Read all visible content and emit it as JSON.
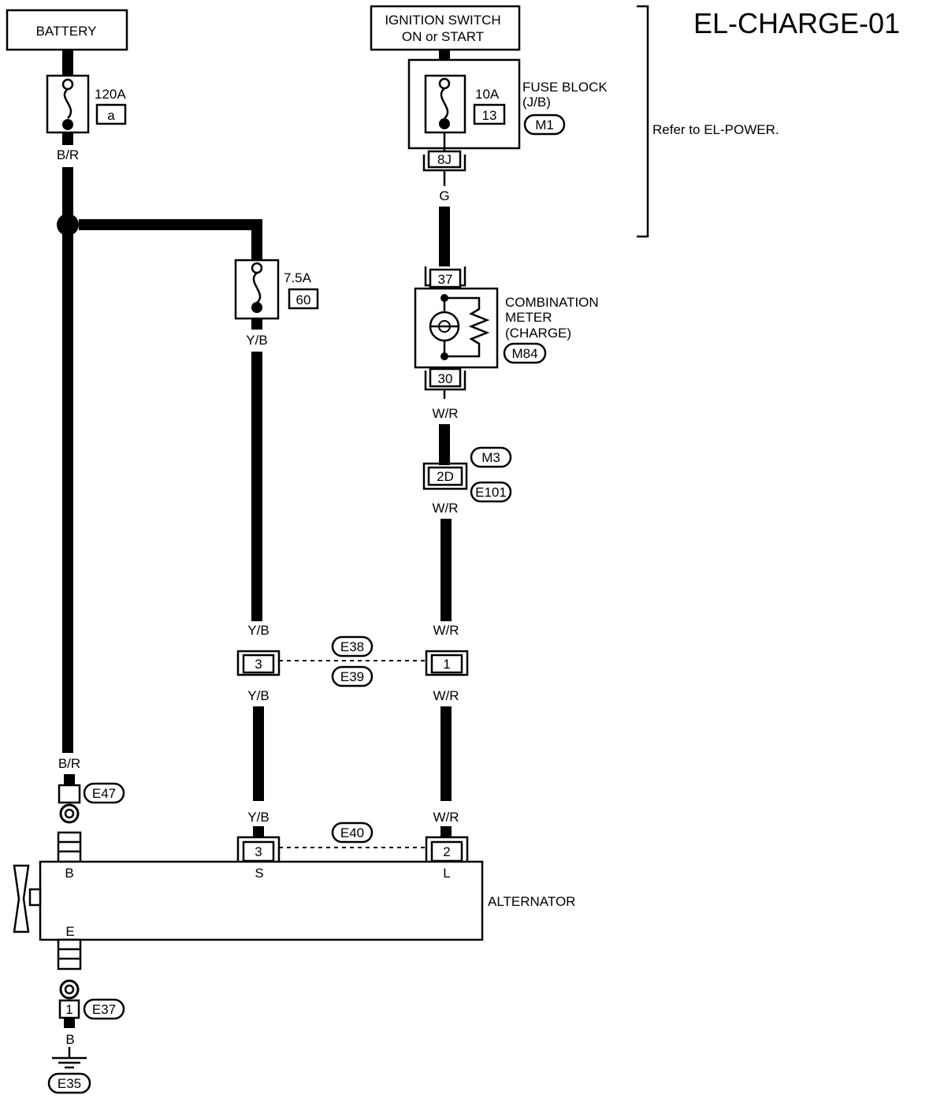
{
  "title": "EL-CHARGE-01",
  "battery": {
    "label": "BATTERY",
    "fuse_rating": "120A",
    "fuse_id": "a"
  },
  "ignition": {
    "line1": "IGNITION SWITCH",
    "line2": "ON or START"
  },
  "fuse_block": {
    "rating": "10A",
    "fuse_no": "13",
    "label1": "FUSE BLOCK",
    "label2": "(J/B)",
    "connector": "M1",
    "terminal": "8J"
  },
  "note": "Refer to EL-POWER.",
  "fuse_7_5": {
    "rating": "7.5A",
    "fuse_no": "60"
  },
  "combination_meter": {
    "line1": "COMBINATION",
    "line2": "METER",
    "line3": "(CHARGE)",
    "connector": "M84",
    "terminal_in": "37",
    "terminal_out": "30"
  },
  "wire_colors": {
    "battery_out": "B/R",
    "ignition_out": "G",
    "fuse_out": "Y/B",
    "meter_out": "W/R",
    "ground": "B"
  },
  "connectors": {
    "m3": "M3",
    "e101": "E101",
    "joint_2d": "2D",
    "e38": "E38",
    "e39": "E39",
    "e40": "E40",
    "e47": "E47",
    "e37": "E37",
    "e35": "E35",
    "pin_s_mid": "3",
    "pin_l_mid": "1",
    "pin_s_alt": "3",
    "pin_l_alt": "2",
    "pin_ground": "1"
  },
  "alternator": {
    "label": "ALTERNATOR",
    "term_b": "B",
    "term_s": "S",
    "term_l": "L",
    "term_e": "E"
  }
}
